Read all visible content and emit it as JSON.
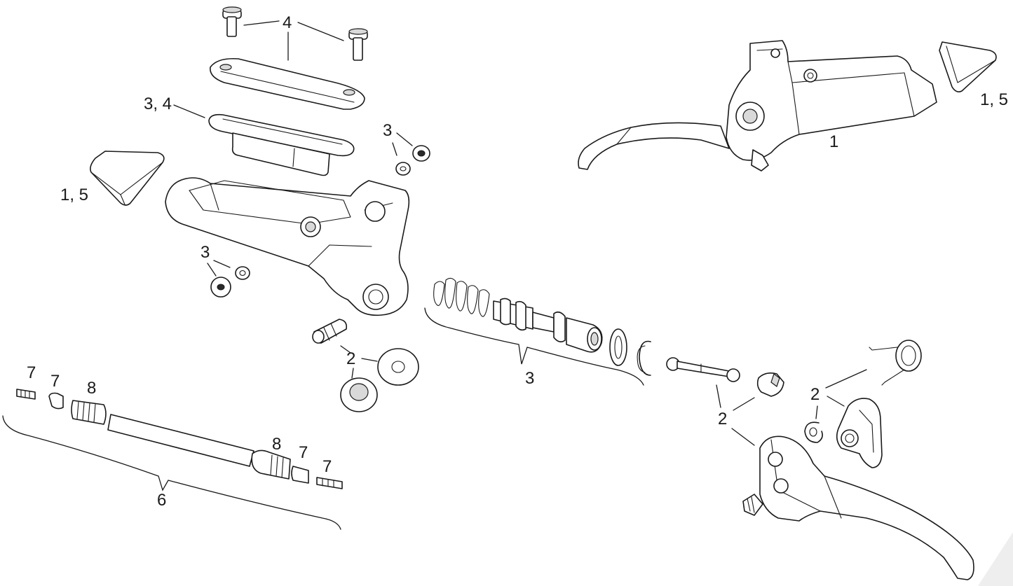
{
  "labels": {
    "bolts_top": "4",
    "reservoir_cap": "3, 4",
    "cover_left": "1, 5",
    "cover_right": "1, 5",
    "assembly": "1",
    "seal_upper": "3",
    "seal_lower": "3",
    "bushing": "2",
    "piston_group": "3",
    "pivot_group": "2",
    "spring_group": "2",
    "washer": "2",
    "hose_group": "6",
    "olive_left_a": "7",
    "olive_left_b": "7",
    "barb_left": "8",
    "barb_right": "8",
    "olive_right_a": "7",
    "olive_right_b": "7"
  }
}
